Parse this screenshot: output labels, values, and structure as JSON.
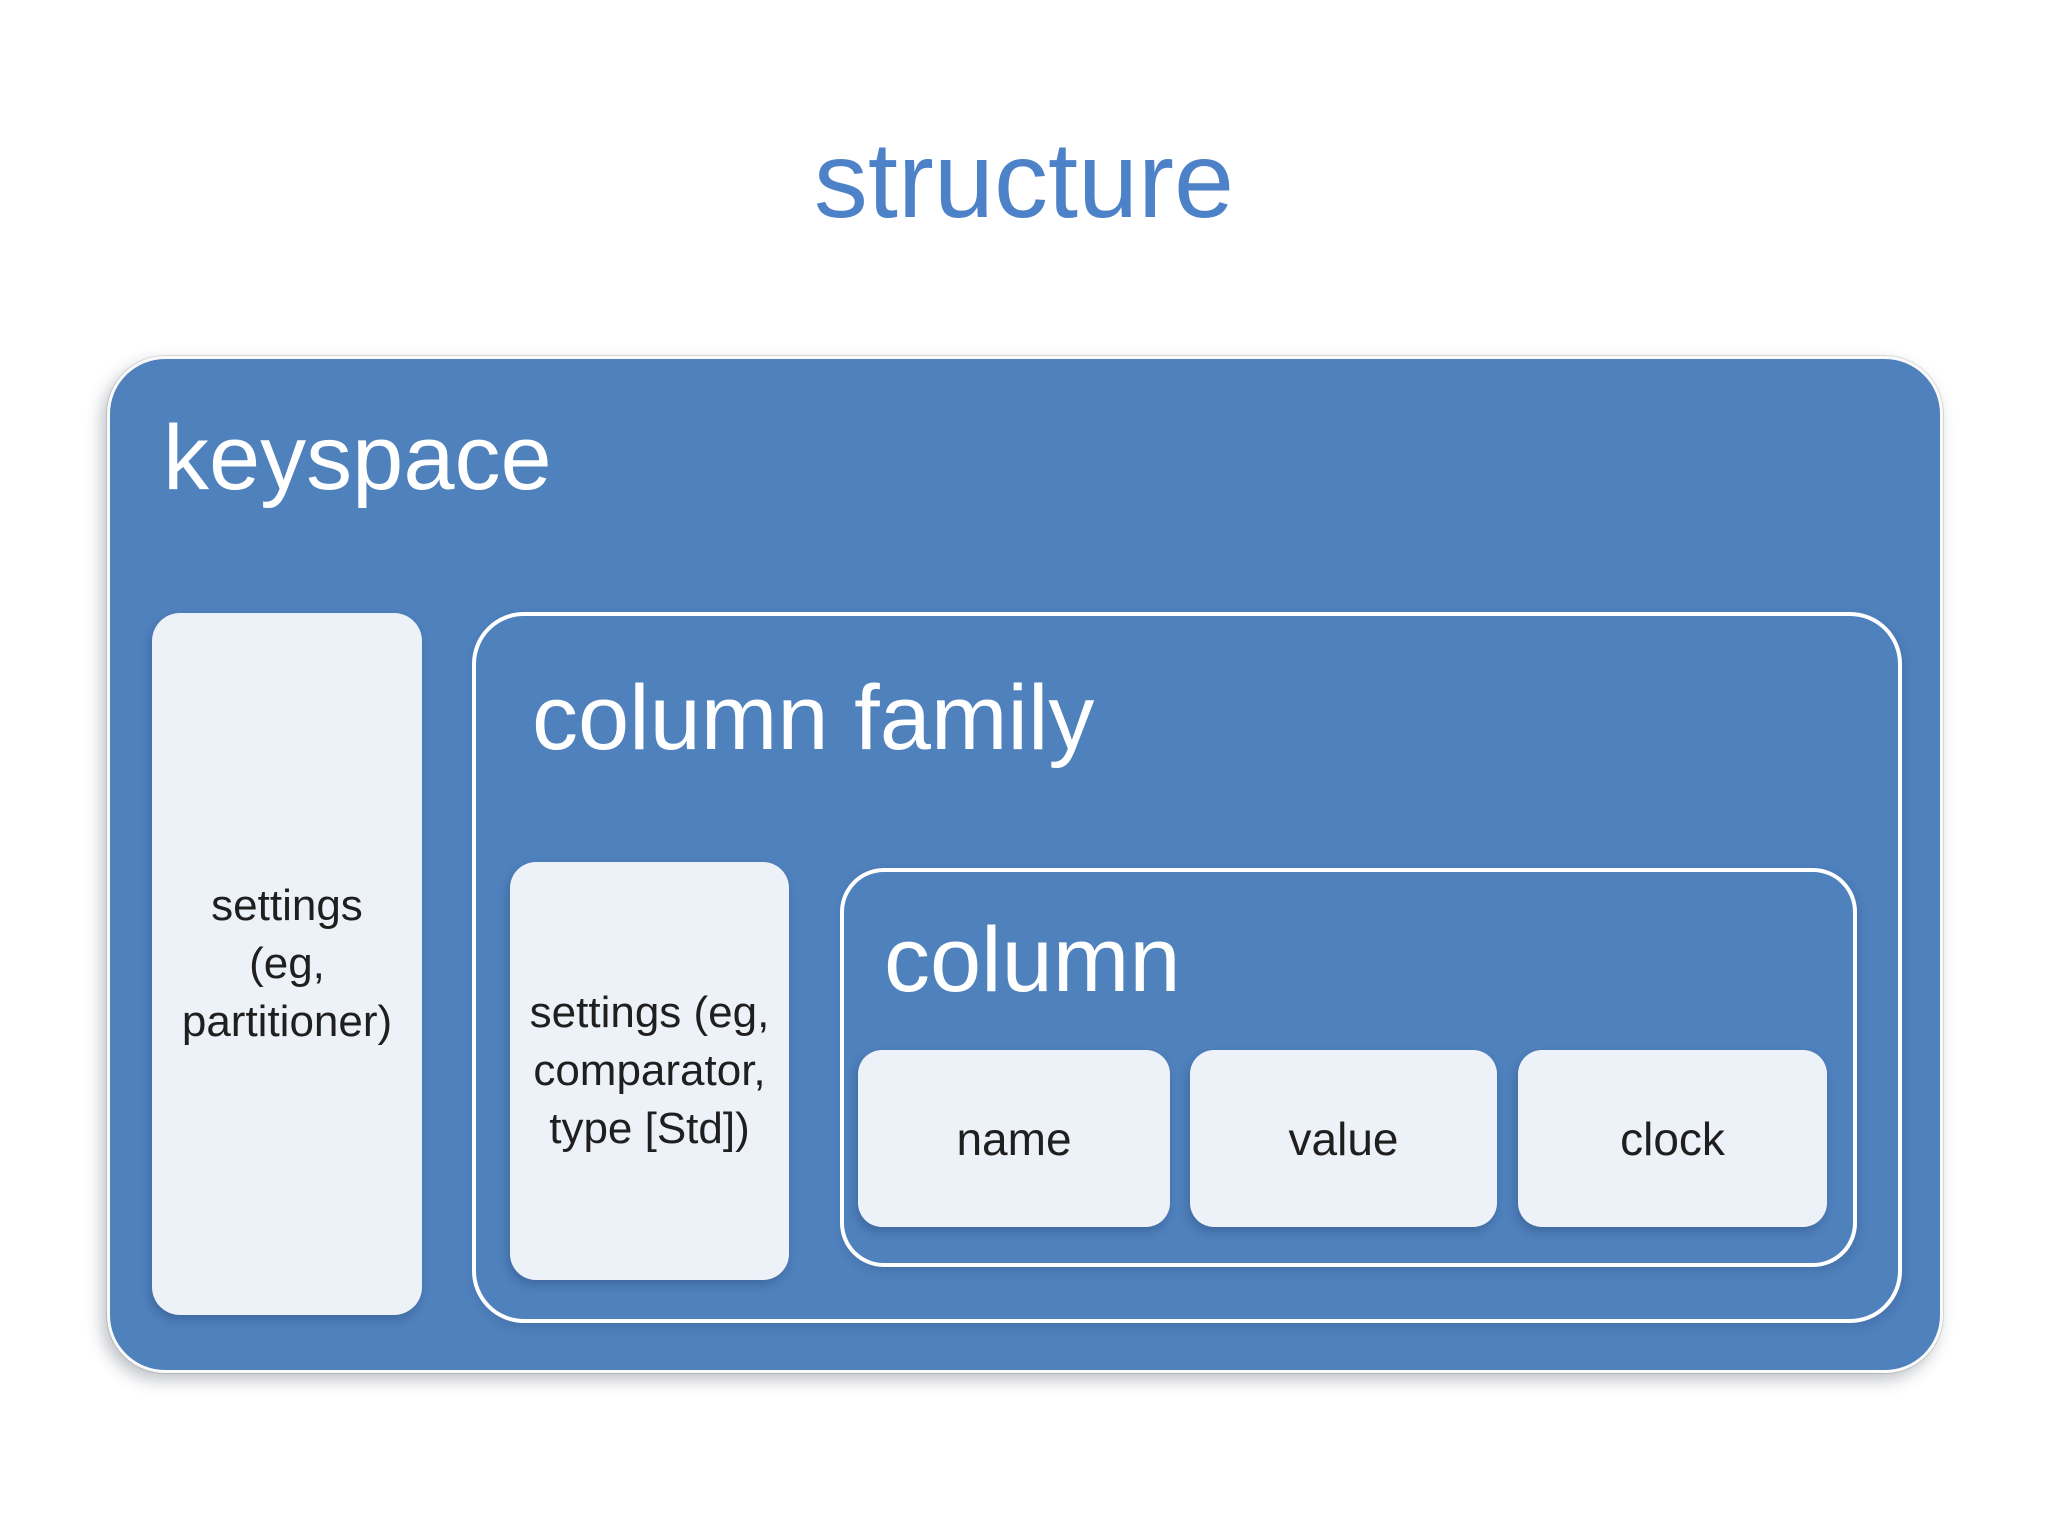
{
  "title": "structure",
  "keyspace": {
    "label": "keyspace",
    "settings_text": "settings\n(eg,\npartitioner)"
  },
  "column_family": {
    "label": "column family",
    "settings_text": "settings (eg,\ncomparator,\ntype [Std])"
  },
  "column": {
    "label": "column",
    "fields": [
      "name",
      "value",
      "clock"
    ]
  },
  "colors": {
    "box_blue": "#4f81bd",
    "title_blue": "#4e82c8",
    "light_box": "#edf1f8",
    "dark_text": "#1f1f1f",
    "border_white": "#ffffff"
  }
}
